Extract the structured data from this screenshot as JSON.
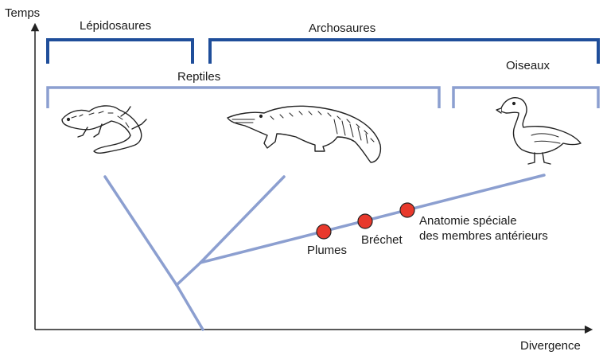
{
  "axes": {
    "y_label": "Temps",
    "x_label": "Divergence"
  },
  "groups": {
    "lepidosaures": "Lépidosaures",
    "archosaures": "Archosaures",
    "reptiles": "Reptiles",
    "oiseaux": "Oiseaux"
  },
  "characters": {
    "plumes": "Plumes",
    "brechet": "Bréchet",
    "anatomie_line1": "Anatomie spéciale",
    "anatomie_line2": "des membres antérieurs"
  },
  "taxa": [
    "lizard",
    "crocodile",
    "duck"
  ],
  "colors": {
    "dark_bracket": "#1f4e9a",
    "light_bracket": "#8c9fd0",
    "branch": "#8c9fd0",
    "marker_fill": "#e8392c",
    "marker_stroke": "#222222",
    "axis": "#222222"
  },
  "icons": {
    "lizard": "lizard-illustration",
    "crocodile": "crocodile-illustration",
    "duck": "duck-illustration"
  }
}
